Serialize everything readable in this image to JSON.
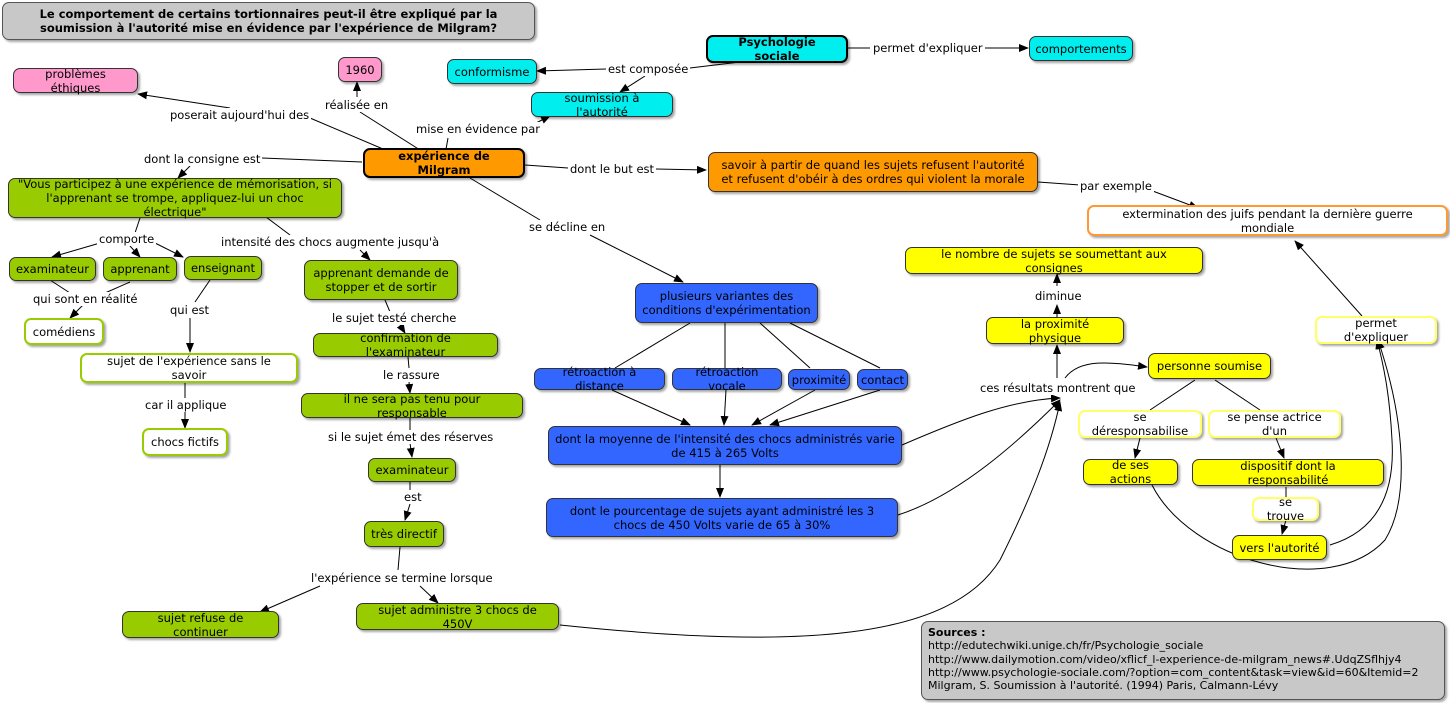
{
  "title": "Le comportement de certains tortionnaires peut-il être expliqué par la soumission à l'autorité mise en évidence par l'expérience de Milgram?",
  "nodes": {
    "psychologie_sociale": "Psychologie sociale",
    "comportements": "comportements",
    "conformisme": "conformisme",
    "soumission": "soumission à l'autorité",
    "annee": "1960",
    "problemes": "problèmes éthiques",
    "milgram": "expérience de Milgram",
    "savoir": "savoir à partir de quand les sujets refusent l'autorité et refusent d'obéir à des ordres qui violent la morale",
    "extermination": "extermination des juifs pendant la dernière guerre mondiale",
    "consigne": "\"Vous participez à une expérience de mémorisation, si l'apprenant se trompe, appliquez-lui un choc électrique\"",
    "examinateur1": "examinateur",
    "apprenant": "apprenant",
    "enseignant": "enseignant",
    "comediens": "comédiens",
    "sujet_exp": "sujet de l'expérience sans le savoir",
    "chocs_fictifs": "chocs fictifs",
    "apprenant_demande": "apprenant demande de stopper et de sortir",
    "confirmation": "confirmation de l'examinateur",
    "responsable": "il ne sera pas tenu pour responsable",
    "examinateur2": "examinateur",
    "tres_directif": "très directif",
    "refuse": "sujet refuse de continuer",
    "administre": "sujet administre 3 chocs de 450V",
    "variantes": "plusieurs variantes des conditions d'expérimentation",
    "retro_distance": "rétroaction à distance",
    "retro_vocale": "rétroaction vocale",
    "proximite_var": "proximité",
    "contact": "contact",
    "moyenne": "dont la moyenne de l'intensité des chocs administrés varie de 415 à 265 Volts",
    "pourcentage": "dont le pourcentage de sujets ayant administré les 3 chocs de 450 Volts varie de 65 à 30%",
    "nombre_sujets": "le nombre de sujets se soumettant aux consignes",
    "proximite_phys": "la proximité physique",
    "personne_soumise": "personne soumise",
    "se_deresp": "se déresponsabilise",
    "se_pense": "se pense actrice d'un",
    "ses_actions": "de ses actions",
    "dispositif": "dispositif dont la responsabilité",
    "se_trouve": "se trouve",
    "vers_autorite": "vers l'autorité",
    "permet_expl": "permet d'expliquer"
  },
  "labels": {
    "permet": "permet d'expliquer",
    "est_composee": "est composée",
    "mise_en_evidence": "mise en évidence par",
    "realisee": "réalisée en",
    "poserait": "poserait aujourd'hui des",
    "consigne_est": "dont la consigne est",
    "but": "dont le but est",
    "par_exemple": "par exemple",
    "decline": "se décline en",
    "comporte": "comporte",
    "intensite": "intensité des chocs augmente jusqu'à",
    "realite": "qui sont en réalité",
    "qui_est": "qui est",
    "applique": "car il applique",
    "cherche": "le sujet testé cherche",
    "rassure": "le rassure",
    "reserves": "si le sujet émet des réserves",
    "est": "est",
    "termine": "l'expérience se termine lorsque",
    "diminue": "diminue",
    "resultats": "ces résultats montrent que"
  },
  "sources": {
    "heading": "Sources :",
    "lines": [
      "http://edutechwiki.unige.ch/fr/Psychologie_sociale",
      "http://www.dailymotion.com/video/xflicf_l-experience-de-milgram_news#.UdqZSflhjy4",
      "http://www.psychologie-sociale.com/?option=com_content&task=view&id=60&Itemid=2",
      "Milgram, S. Soumission à l'autorité. (1994) Paris, Calmann-Lévy"
    ]
  },
  "colors": {
    "green": "#99cc00",
    "cyan": "#00eeee",
    "orange": "#ff9900",
    "blue": "#3366ff",
    "yellow": "#ffff00",
    "pink": "#ff99cc",
    "grey": "#c8c8c8"
  }
}
